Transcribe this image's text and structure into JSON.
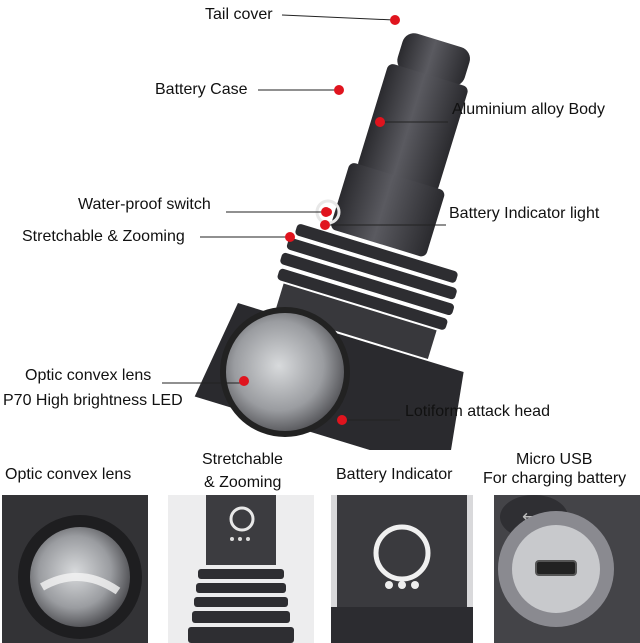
{
  "callouts": {
    "tail_cover": "Tail cover",
    "battery_case": "Battery Case",
    "aluminium_body": "Aluminium alloy Body",
    "waterproof_switch": "Water-proof switch",
    "battery_indicator_light": "Battery Indicator light",
    "stretchable_zooming": "Stretchable & Zooming",
    "optic_lens": "Optic convex lens",
    "high_brightness_led": "P70 High brightness LED",
    "lotiform_head": "Lotiform attack head"
  },
  "panels": {
    "lens": "Optic convex lens",
    "zoom_line1": "Stretchable",
    "zoom_line2": "& Zooming",
    "indicator": "Battery Indicator",
    "usb_line1": "Micro USB",
    "usb_line2": "For charging battery"
  },
  "colors": {
    "marker": "#e0141e",
    "body": "#3e3e42",
    "leader": "#222222"
  }
}
